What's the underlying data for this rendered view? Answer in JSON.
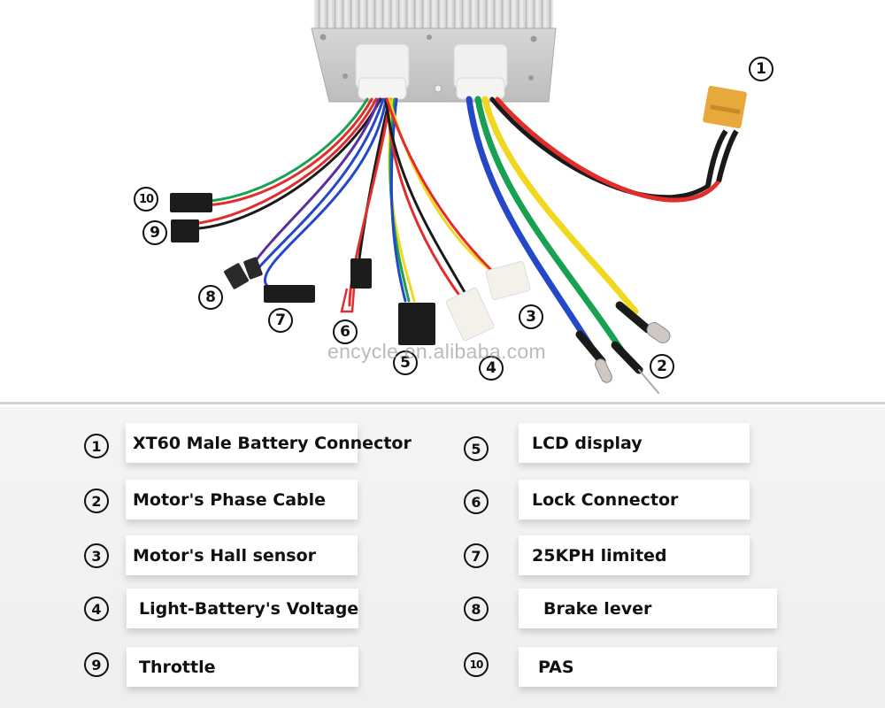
{
  "watermark": "encycle.en.alibaba.com",
  "colors": {
    "background": "#ffffff",
    "legend_bg": "#f2f2f2",
    "label_box": "#ffffff",
    "separator": "#cfcfcf",
    "text": "#111111",
    "xt60_connector": "#e8a93c",
    "housing": "#c9c9c9"
  },
  "callouts": [
    {
      "number": "1",
      "glyph": "①"
    },
    {
      "number": "2",
      "glyph": "②"
    },
    {
      "number": "3",
      "glyph": "③"
    },
    {
      "number": "4",
      "glyph": "④"
    },
    {
      "number": "5",
      "glyph": "⑤"
    },
    {
      "number": "6",
      "glyph": "⑥"
    },
    {
      "number": "7",
      "glyph": "⑦"
    },
    {
      "number": "8",
      "glyph": "⑧"
    },
    {
      "number": "9",
      "glyph": "⑨"
    },
    {
      "number": "10",
      "glyph": "⑩"
    }
  ],
  "legend": {
    "left": [
      {
        "number": "1",
        "label": "XT60 Male Battery Connector"
      },
      {
        "number": "2",
        "label": "Motor's Phase Cable"
      },
      {
        "number": "3",
        "label": "Motor's Hall sensor"
      },
      {
        "number": "4",
        "label": "Light-Battery's Voltage"
      },
      {
        "number": "9",
        "label": "Throttle"
      }
    ],
    "right": [
      {
        "number": "5",
        "label": "LCD display"
      },
      {
        "number": "6",
        "label": "Lock Connector"
      },
      {
        "number": "7",
        "label": "25KPH limited"
      },
      {
        "number": "8",
        "label": "Brake lever"
      },
      {
        "number": "10",
        "label": "PAS"
      }
    ]
  }
}
